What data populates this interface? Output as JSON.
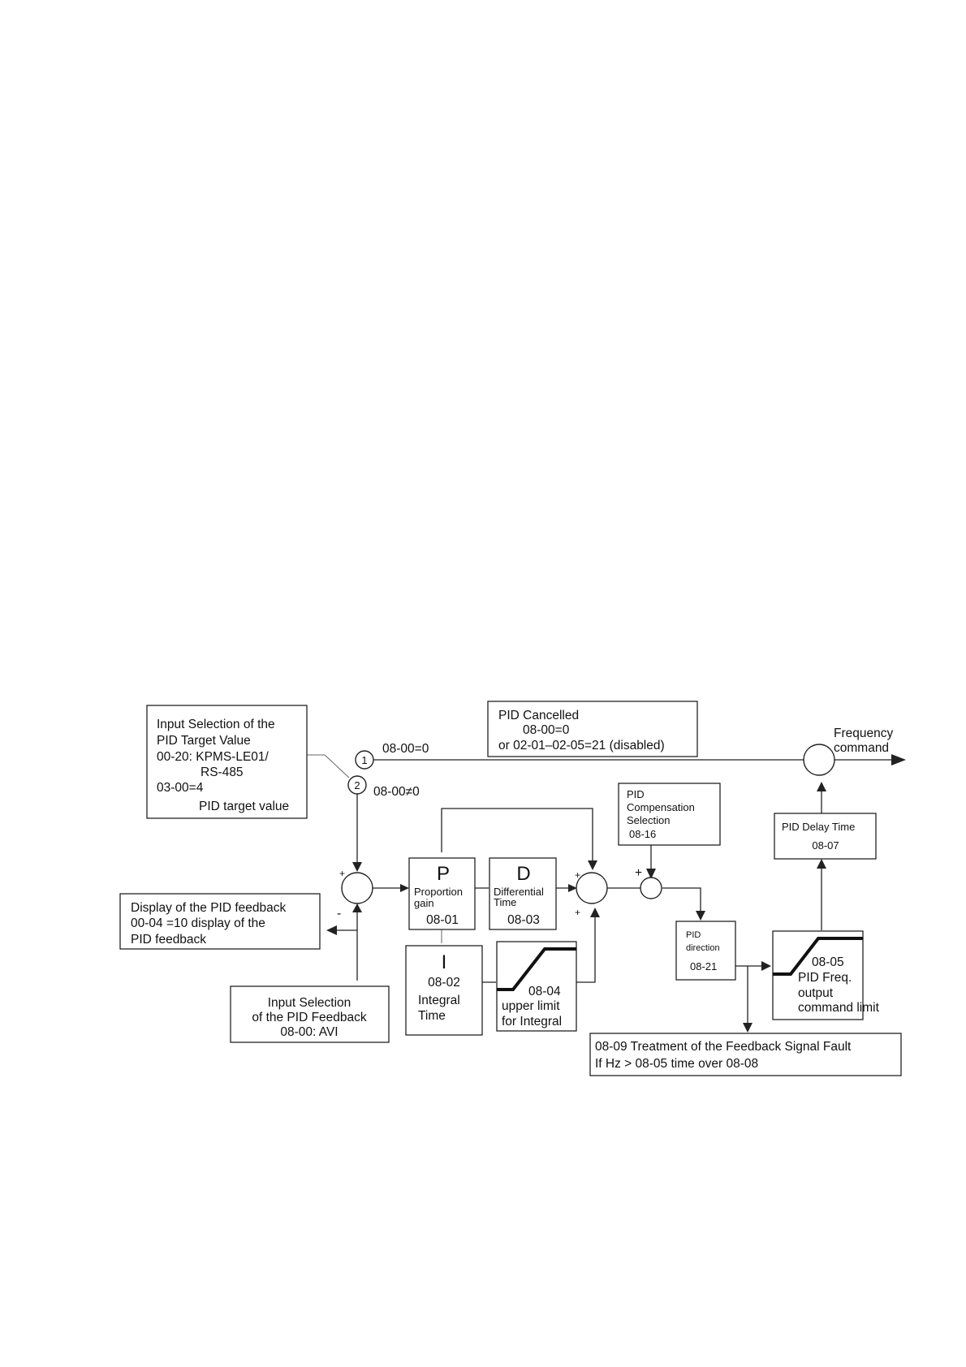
{
  "target_box": {
    "line1": "Input Selection of the",
    "line2": "PID Target Value",
    "line3": "00-20: KPMS-LE01/",
    "line4": "RS-485",
    "line5": "03-00=4",
    "line6": "PID target value"
  },
  "cancel_box": {
    "line1": "PID Cancelled",
    "line2": "08-00=0",
    "line3": "or 02-01–02-05=21 (disabled)"
  },
  "switch": {
    "pos1": "1",
    "pos2": "2",
    "label1": "08-00=0",
    "label2": "08-00≠0"
  },
  "freq_output": {
    "line1": "Frequency",
    "line2": "command"
  },
  "signs": {
    "plus": "+",
    "minus": "-"
  },
  "feedback_display": {
    "line1": "Display of the PID feedback",
    "line2": "00-04 =10 display of the",
    "line3": "PID feedback"
  },
  "feedback_input": {
    "line1": "Input Selection",
    "line2": "of the PID Feedback",
    "line3": "08-00: AVI"
  },
  "p_block": {
    "letter": "P",
    "line1": "Proportion",
    "line2": "gain",
    "param": "08-01"
  },
  "d_block": {
    "letter": "D",
    "line1": "Differential",
    "line2": "Time",
    "param": "08-03"
  },
  "i_block": {
    "letter": "I",
    "param": "08-02",
    "line1": "Integral",
    "line2": "Time"
  },
  "integral_limit": {
    "param": "08-04",
    "line1": "upper limit",
    "line2": "for Integral"
  },
  "compensation": {
    "line1": "PID",
    "line2": "Compensation",
    "line3": "Selection",
    "param": "08-16"
  },
  "direction": {
    "line1": "PID",
    "line2": "direction",
    "param": "08-21"
  },
  "delay": {
    "line1": "PID Delay Time",
    "param": "08-07"
  },
  "freq_limit": {
    "param": "08-05",
    "line1": "PID Freq.",
    "line2": "output",
    "line3": "command limit"
  },
  "fault": {
    "line1": "08-09 Treatment of the Feedback Signal Fault",
    "line2": "If Hz > 08-05   time over 08-08"
  }
}
